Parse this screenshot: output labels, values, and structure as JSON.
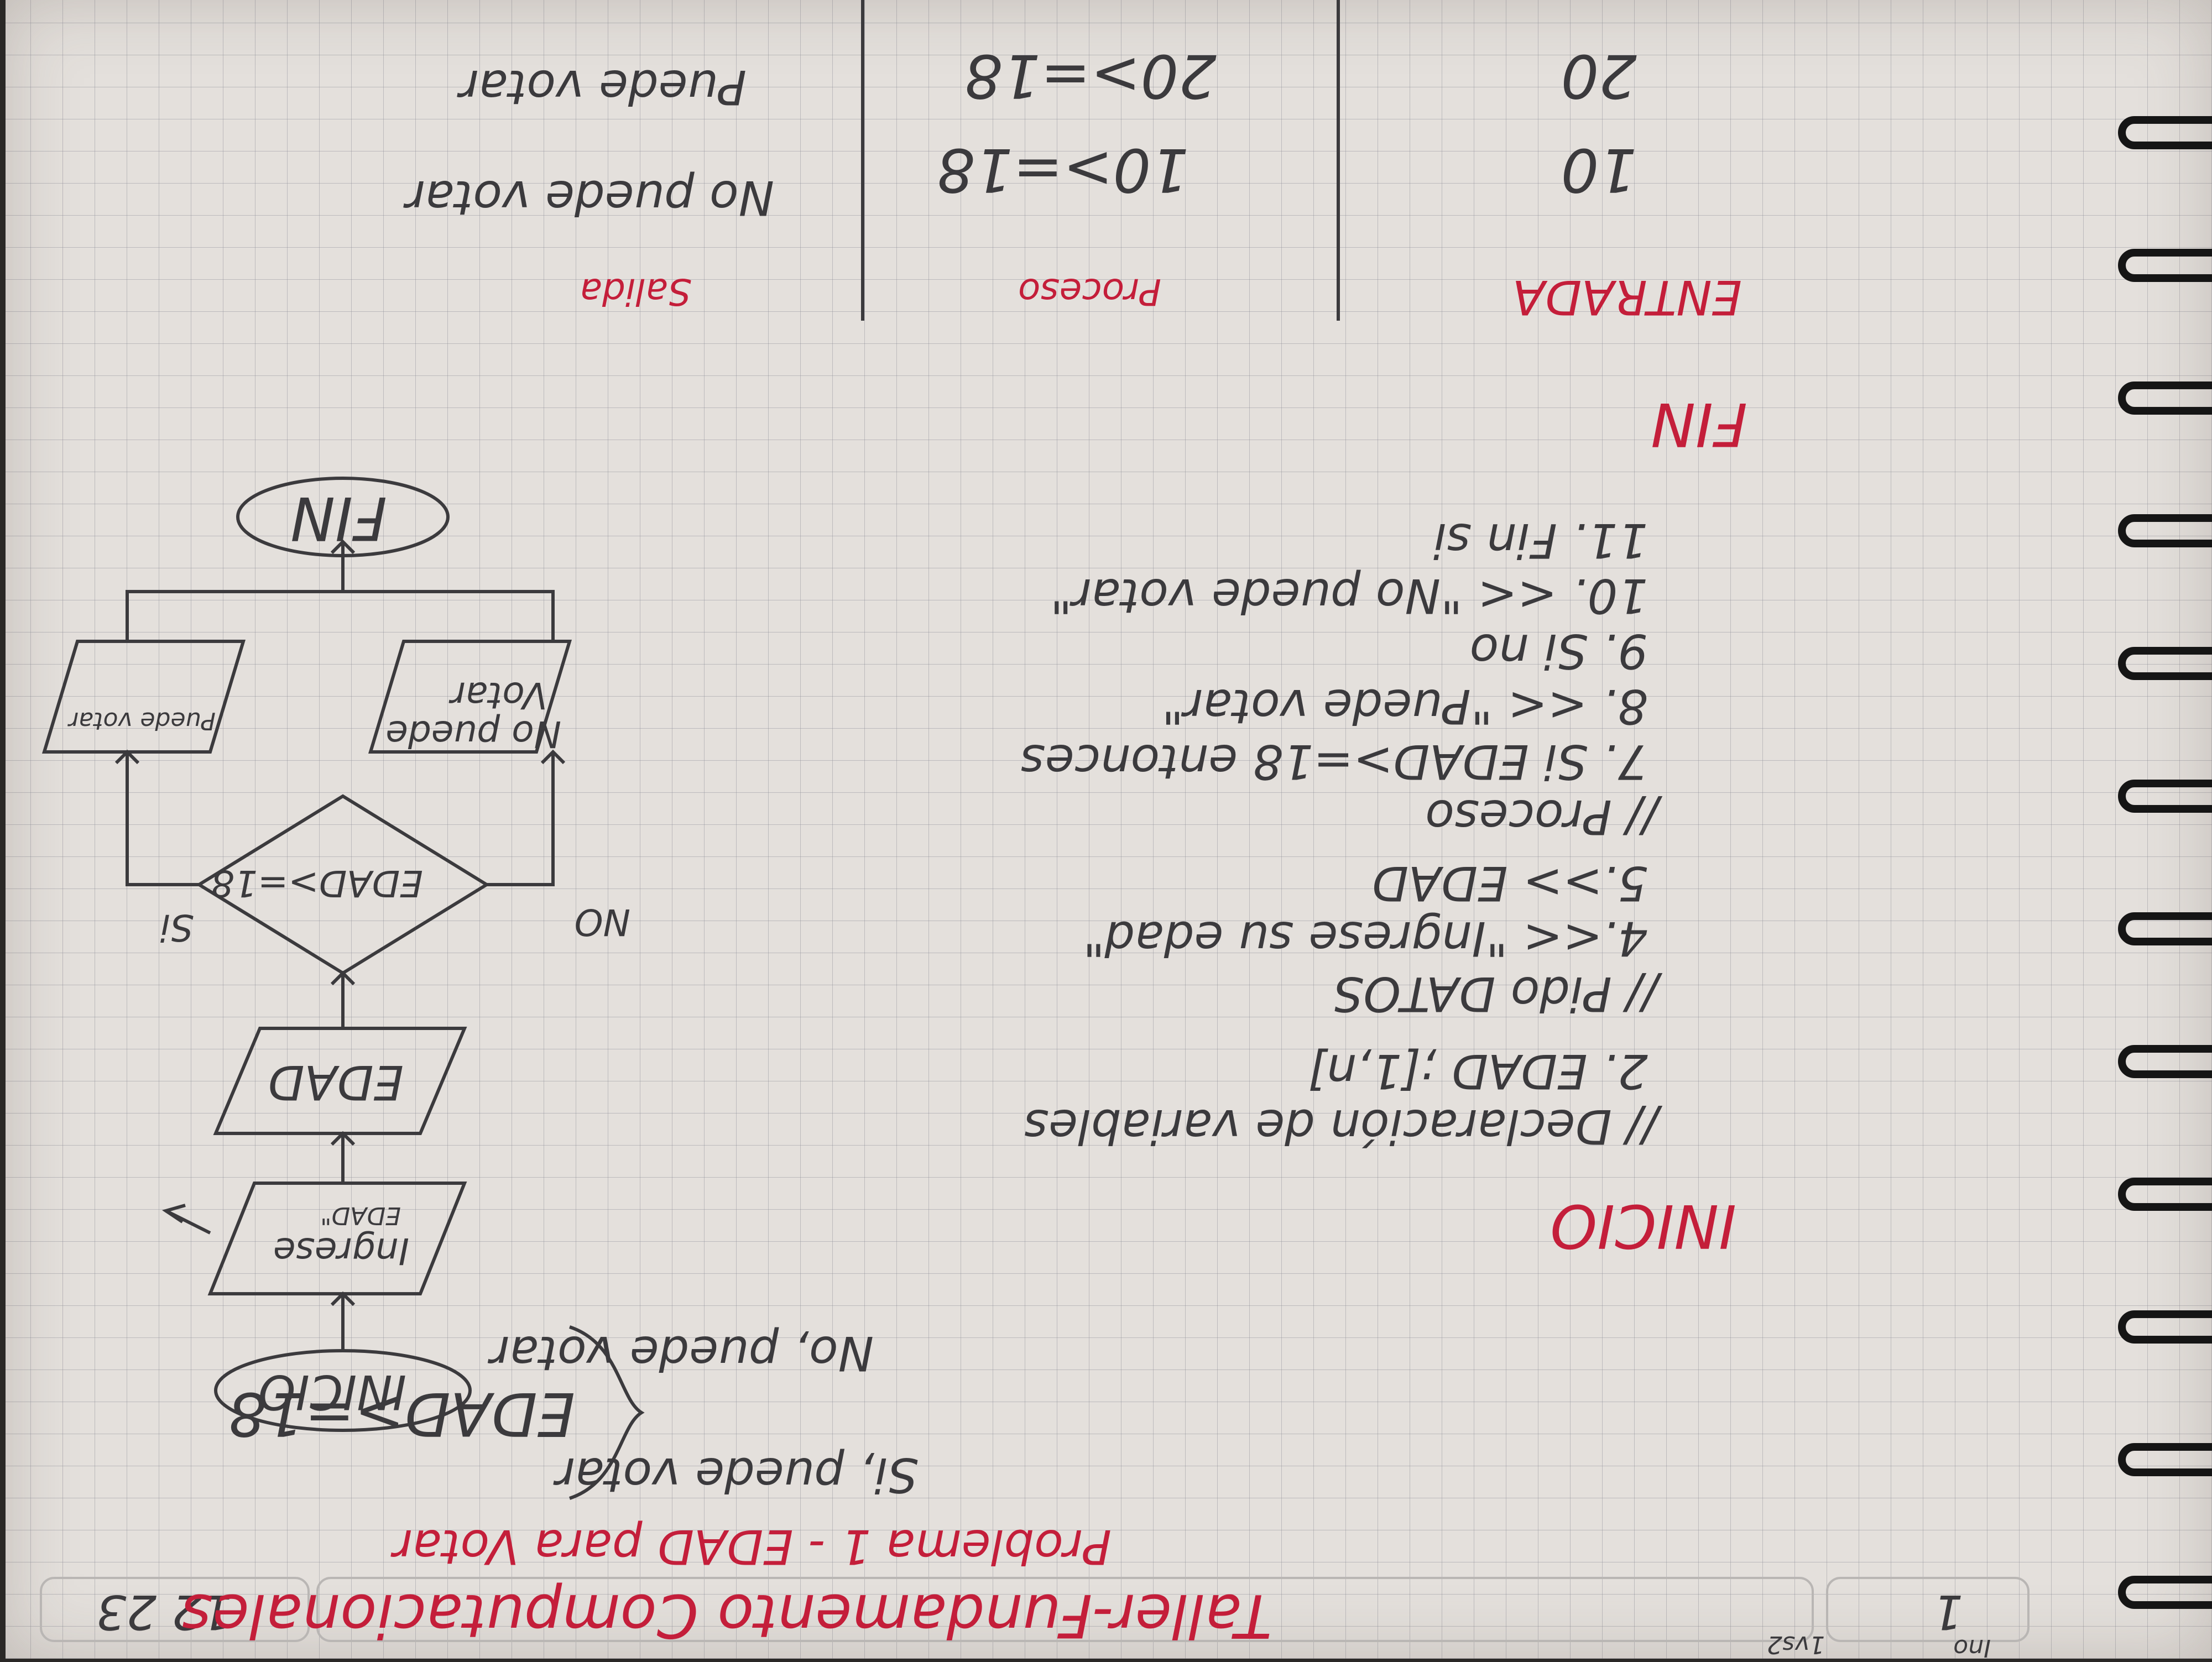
{
  "header": {
    "top_note": "Ino",
    "subnote": "1vs2",
    "page_number": "1",
    "time_mark": "12 23",
    "title": "Taller-Fundamento Computacionales"
  },
  "problem": {
    "title": "Problema 1 - EDAD para Votar",
    "condition": "EDAD>=18",
    "yes_branch": "Si, puede votar",
    "no_branch": "No, puede votar"
  },
  "flowchart": {
    "start": "INICIO",
    "input_prompt_line1": "Ingrese",
    "input_prompt_line2": "EDAD\"",
    "read_var": "EDAD",
    "decision": "EDAD>=18",
    "label_yes": "Si",
    "label_no": "NO",
    "out_yes": "Puede votar",
    "out_no_line1": "No puede",
    "out_no_line2": "Votar",
    "end": "FIN"
  },
  "pseudocode": {
    "heading": "INICIO",
    "lines": [
      "// Declaración de variables",
      "2. EDAD ;[1,n]",
      "// Pido DATOS",
      "4.<< \"Ingrese su edad\"",
      "5.>> EDAD",
      "// Proceso",
      "7. Si EDAD>=18 entonces",
      "8. << \"Puede votar\"",
      "9. Si no",
      "10. << \"No puede votar\"",
      "11. Fin si"
    ],
    "end": "FIN"
  },
  "trace_table": {
    "headers": [
      "ENTRADA",
      "Proceso",
      "Salida"
    ],
    "rows": [
      [
        "10",
        "10>=18",
        "No puede votar"
      ],
      [
        "20",
        "20>=18",
        "Puede votar"
      ]
    ]
  },
  "colors": {
    "ink": "#3b3a3d",
    "red_ink": "#c41e3a",
    "paper": "#e4e0dc"
  }
}
